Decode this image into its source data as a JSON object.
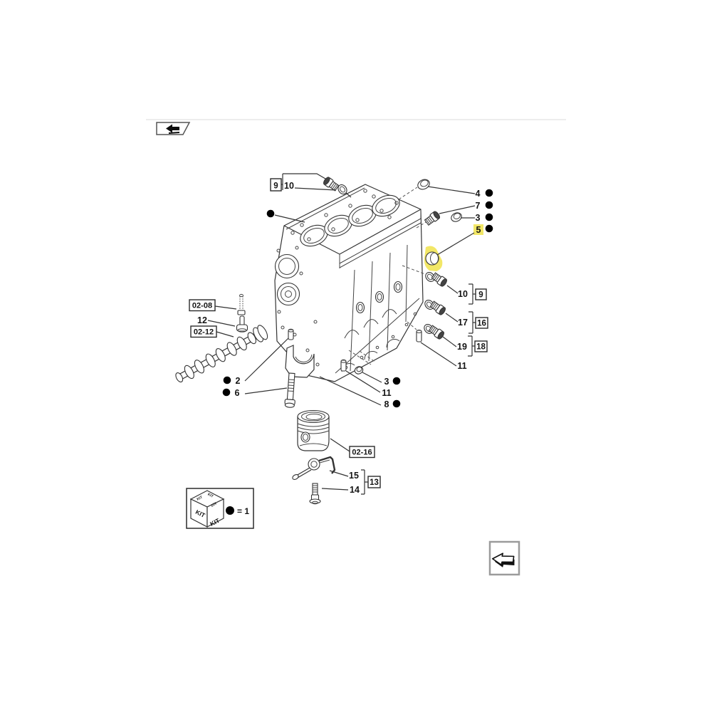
{
  "document_type": "engine cylinder block exploded parts diagram",
  "colors": {
    "background": "#ffffff",
    "line_art": "#333333",
    "highlight_yellow": "#f2e767",
    "bullet": "#000000",
    "nav_border": "#9b9b9b",
    "faint_rule": "#ededed"
  },
  "icons": {
    "back": "back-arrow",
    "forward": "forward-arrow",
    "kit_cube": "kit-cube",
    "legend_dot": "filled-dot"
  },
  "callouts": {
    "top_group": {
      "box9": "9",
      "n10": "10"
    },
    "right_top": {
      "n4": "4",
      "n7": "7",
      "n3": "3",
      "n5": "5"
    },
    "right_mid": {
      "n10": "10",
      "box9": "9",
      "n17": "17",
      "box16": "16",
      "n19": "19",
      "box18": "18",
      "n11": "11"
    },
    "left": {
      "n12": "12",
      "n2": "2",
      "n6": "6"
    },
    "bottom": {
      "n3": "3",
      "n11": "11",
      "n8": "8",
      "n15": "15",
      "box13": "13",
      "n14": "14"
    }
  },
  "ref_boxes": {
    "r0208": "02-08",
    "r0212": "02-12",
    "r0216": "02-16"
  },
  "kit_legend": {
    "face_left": "KIT",
    "face_right": "KIT",
    "top_a": "KIT",
    "top_b": "KIT",
    "top_c": "KIT",
    "equals": "= 1"
  },
  "highlighted_item": "5"
}
